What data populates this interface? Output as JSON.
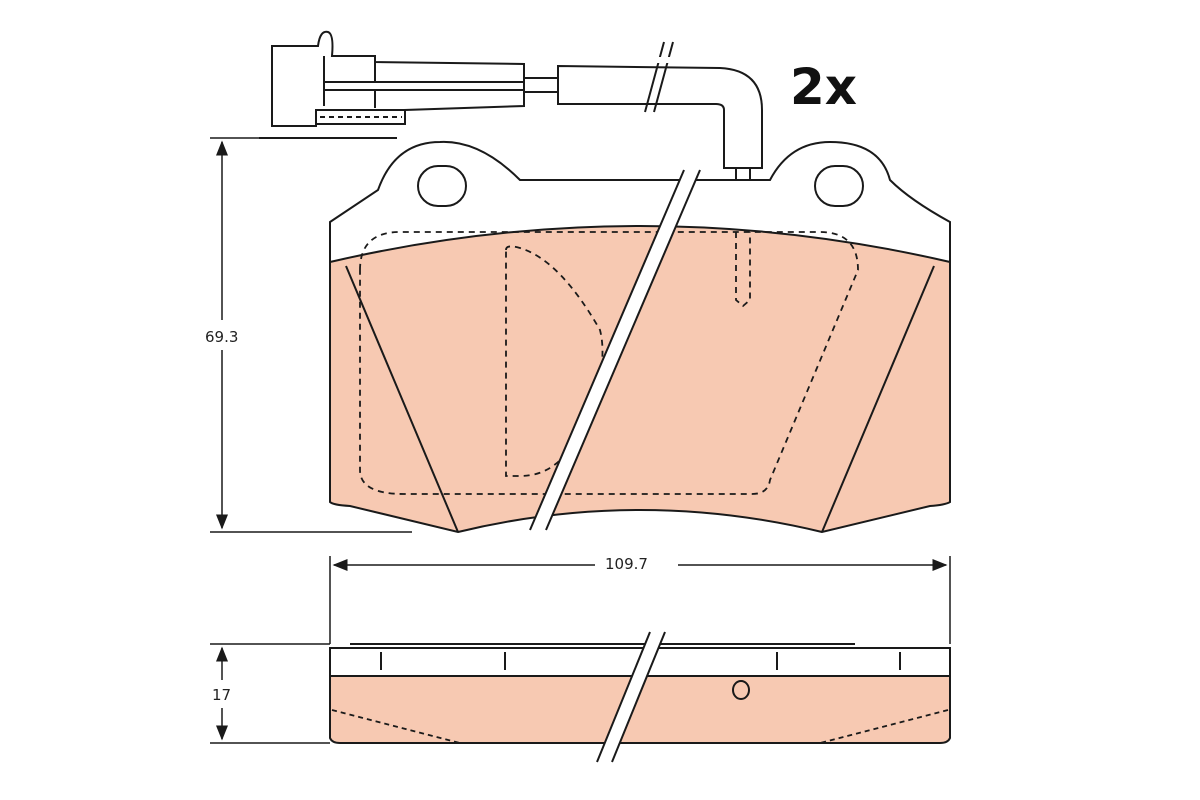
{
  "drawing": {
    "quantity_label": "2x",
    "dimensions": {
      "height": "69.3",
      "width": "109.7",
      "thickness": "17"
    },
    "colors": {
      "friction_material": "#f7c9b2",
      "line": "#1a1a1a",
      "background": "#ffffff"
    }
  }
}
